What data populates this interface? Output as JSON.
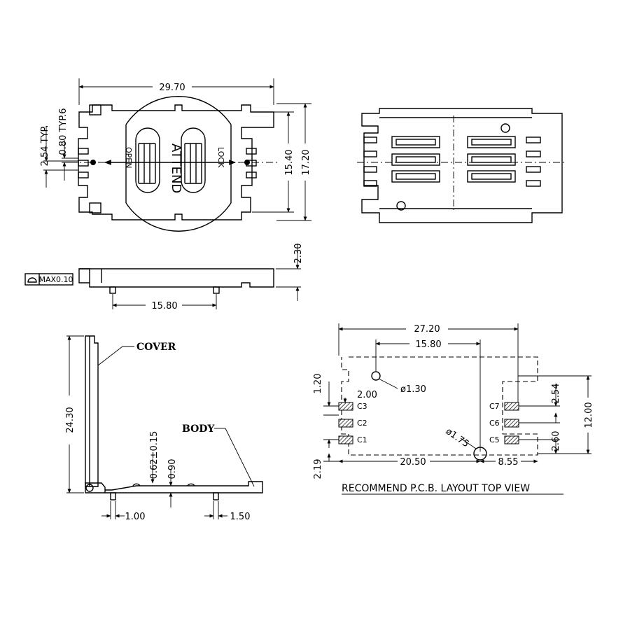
{
  "top_view": {
    "dim_width": "29.70",
    "dim_height_inner": "15.40",
    "dim_height_outer": "17.20",
    "dim_pitch": "2.54 TYP.",
    "dim_pin_width": "0.80 TYP.6",
    "text_attend": "ATTEND",
    "text_open": "OPEN",
    "text_lock": "LOCK"
  },
  "side_view": {
    "dim_height": "2.30",
    "dim_peg_spacing": "15.80",
    "flatness_note": "MAX0.10"
  },
  "open_view": {
    "label_cover": "COVER",
    "label_body": "BODY",
    "dim_height": "24.30",
    "dim_tail": "0.62±0.15",
    "dim_thickness": "0.90",
    "dim_left_peg": "1.00",
    "dim_right_peg": "1.50"
  },
  "pcb_layout": {
    "dim_width": "27.20",
    "dim_hole_spacing": "15.80",
    "dim_small_hole": "ø1.30",
    "dim_large_hole": "ø1.75",
    "dim_top_offset": "1.20",
    "dim_pad_offset": "2.00",
    "dim_pitch": "2.54",
    "dim_height": "12.00",
    "dim_right_offset": "2.60",
    "dim_bottom_offset": "2.19",
    "dim_hole_to_left": "20.50",
    "dim_hole_to_right": "8.55",
    "pads_left": [
      "C3",
      "C2",
      "C1"
    ],
    "pads_right": [
      "C7",
      "C6",
      "C5"
    ],
    "caption": "RECOMMEND P.C.B. LAYOUT TOP VIEW"
  }
}
